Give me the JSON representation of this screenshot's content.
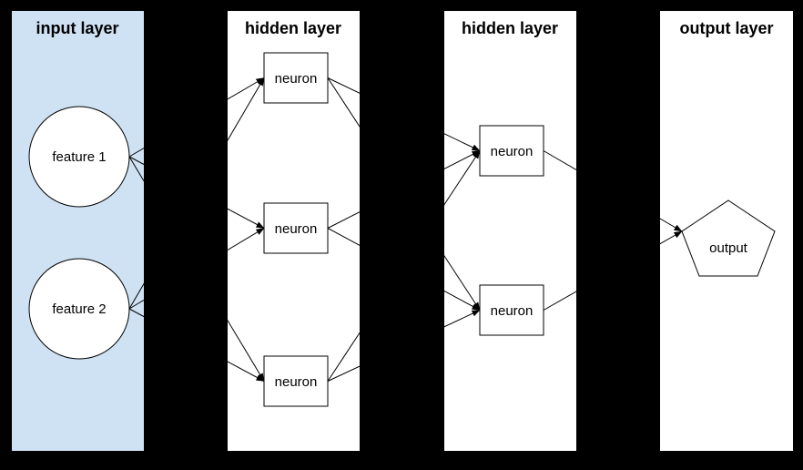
{
  "diagram": {
    "type": "neural-network-layer-diagram",
    "background_color": "#000000",
    "colors": {
      "input_panel_bg": "#cfe2f3",
      "hidden_panel_bg": "#ffffff",
      "output_panel_bg": "#ffffff",
      "node_fill": "#ffffff",
      "stroke": "#000000"
    },
    "panels": [
      {
        "title": "input layer"
      },
      {
        "title": "hidden layer"
      },
      {
        "title": "hidden layer"
      },
      {
        "title": "output layer"
      }
    ],
    "nodes": {
      "feature1": {
        "label": "feature 1",
        "shape": "circle",
        "panel": "input layer"
      },
      "feature2": {
        "label": "feature 2",
        "shape": "circle",
        "panel": "input layer"
      },
      "h1n1": {
        "label": "neuron",
        "shape": "rectangle",
        "panel": "hidden layer 1"
      },
      "h1n2": {
        "label": "neuron",
        "shape": "rectangle",
        "panel": "hidden layer 1"
      },
      "h1n3": {
        "label": "neuron",
        "shape": "rectangle",
        "panel": "hidden layer 1"
      },
      "h2n1": {
        "label": "neuron",
        "shape": "rectangle",
        "panel": "hidden layer 2"
      },
      "h2n2": {
        "label": "neuron",
        "shape": "rectangle",
        "panel": "hidden layer 2"
      },
      "output": {
        "label": "output",
        "shape": "pentagon",
        "panel": "output layer"
      }
    },
    "edges": [
      {
        "from": "feature1",
        "to": "h1n1"
      },
      {
        "from": "feature1",
        "to": "h1n2"
      },
      {
        "from": "feature1",
        "to": "h1n3"
      },
      {
        "from": "feature2",
        "to": "h1n1"
      },
      {
        "from": "feature2",
        "to": "h1n2"
      },
      {
        "from": "feature2",
        "to": "h1n3"
      },
      {
        "from": "h1n1",
        "to": "h2n1"
      },
      {
        "from": "h1n1",
        "to": "h2n2"
      },
      {
        "from": "h1n2",
        "to": "h2n1"
      },
      {
        "from": "h1n2",
        "to": "h2n2"
      },
      {
        "from": "h1n3",
        "to": "h2n1"
      },
      {
        "from": "h1n3",
        "to": "h2n2"
      },
      {
        "from": "h2n1",
        "to": "output"
      },
      {
        "from": "h2n2",
        "to": "output"
      }
    ]
  }
}
